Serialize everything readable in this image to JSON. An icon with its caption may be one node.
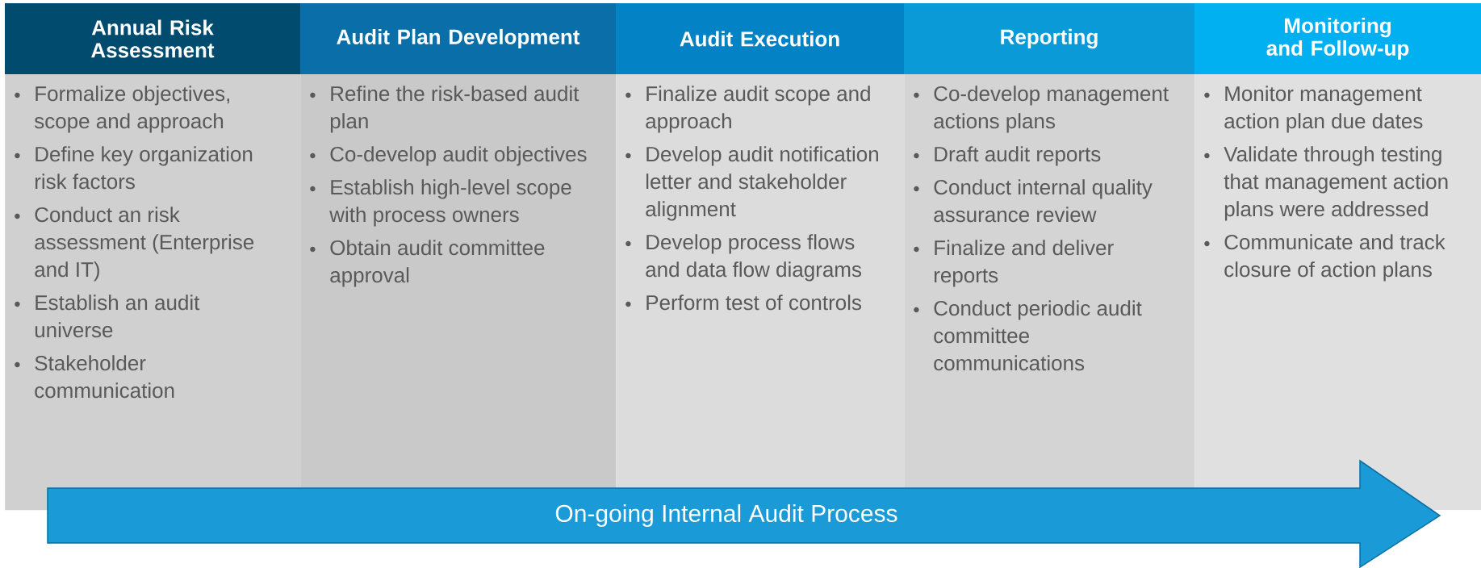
{
  "diagram": {
    "nodes": [
      {
        "text": [
          "Annual Risk Assessment",
          "Formalize objectives, scope and approach",
          "Define key organization risk factors",
          "Conduct an risk assessment (Enterprise and IT)",
          "Establish an audit universe",
          "Stakeholder communication"
        ]
      },
      {
        "text": [
          "Audit Plan Development",
          "Refine the risk-based audit plan",
          "Co-develop audit objectives",
          "Establish high-level scope with process owners",
          "Obtain audit committee approval"
        ]
      },
      {
        "text": [
          "Audit Execution",
          "Finalize audit scope and approach",
          "Develop audit notification letter and stakeholder alignment",
          "Develop process flows and data flow diagrams",
          "Perform test of controls"
        ]
      },
      {
        "text": [
          "Reporting",
          "Co-develop management actions plans",
          "Draft audit reports",
          "Conduct internal quality assurance review",
          "Finalize and deliver reports",
          "Conduct periodic audit committee communications"
        ]
      },
      {
        "text": [
          "Monitoring and Follow-up",
          "Monitor management action plan due dates",
          "Validate through testing that management action plans were addressed",
          "Communicate and track closure of action plans"
        ]
      },
      {
        "text": [
          "On-going Internal Audit Process"
        ]
      }
    ],
    "edges": []
  }
}
